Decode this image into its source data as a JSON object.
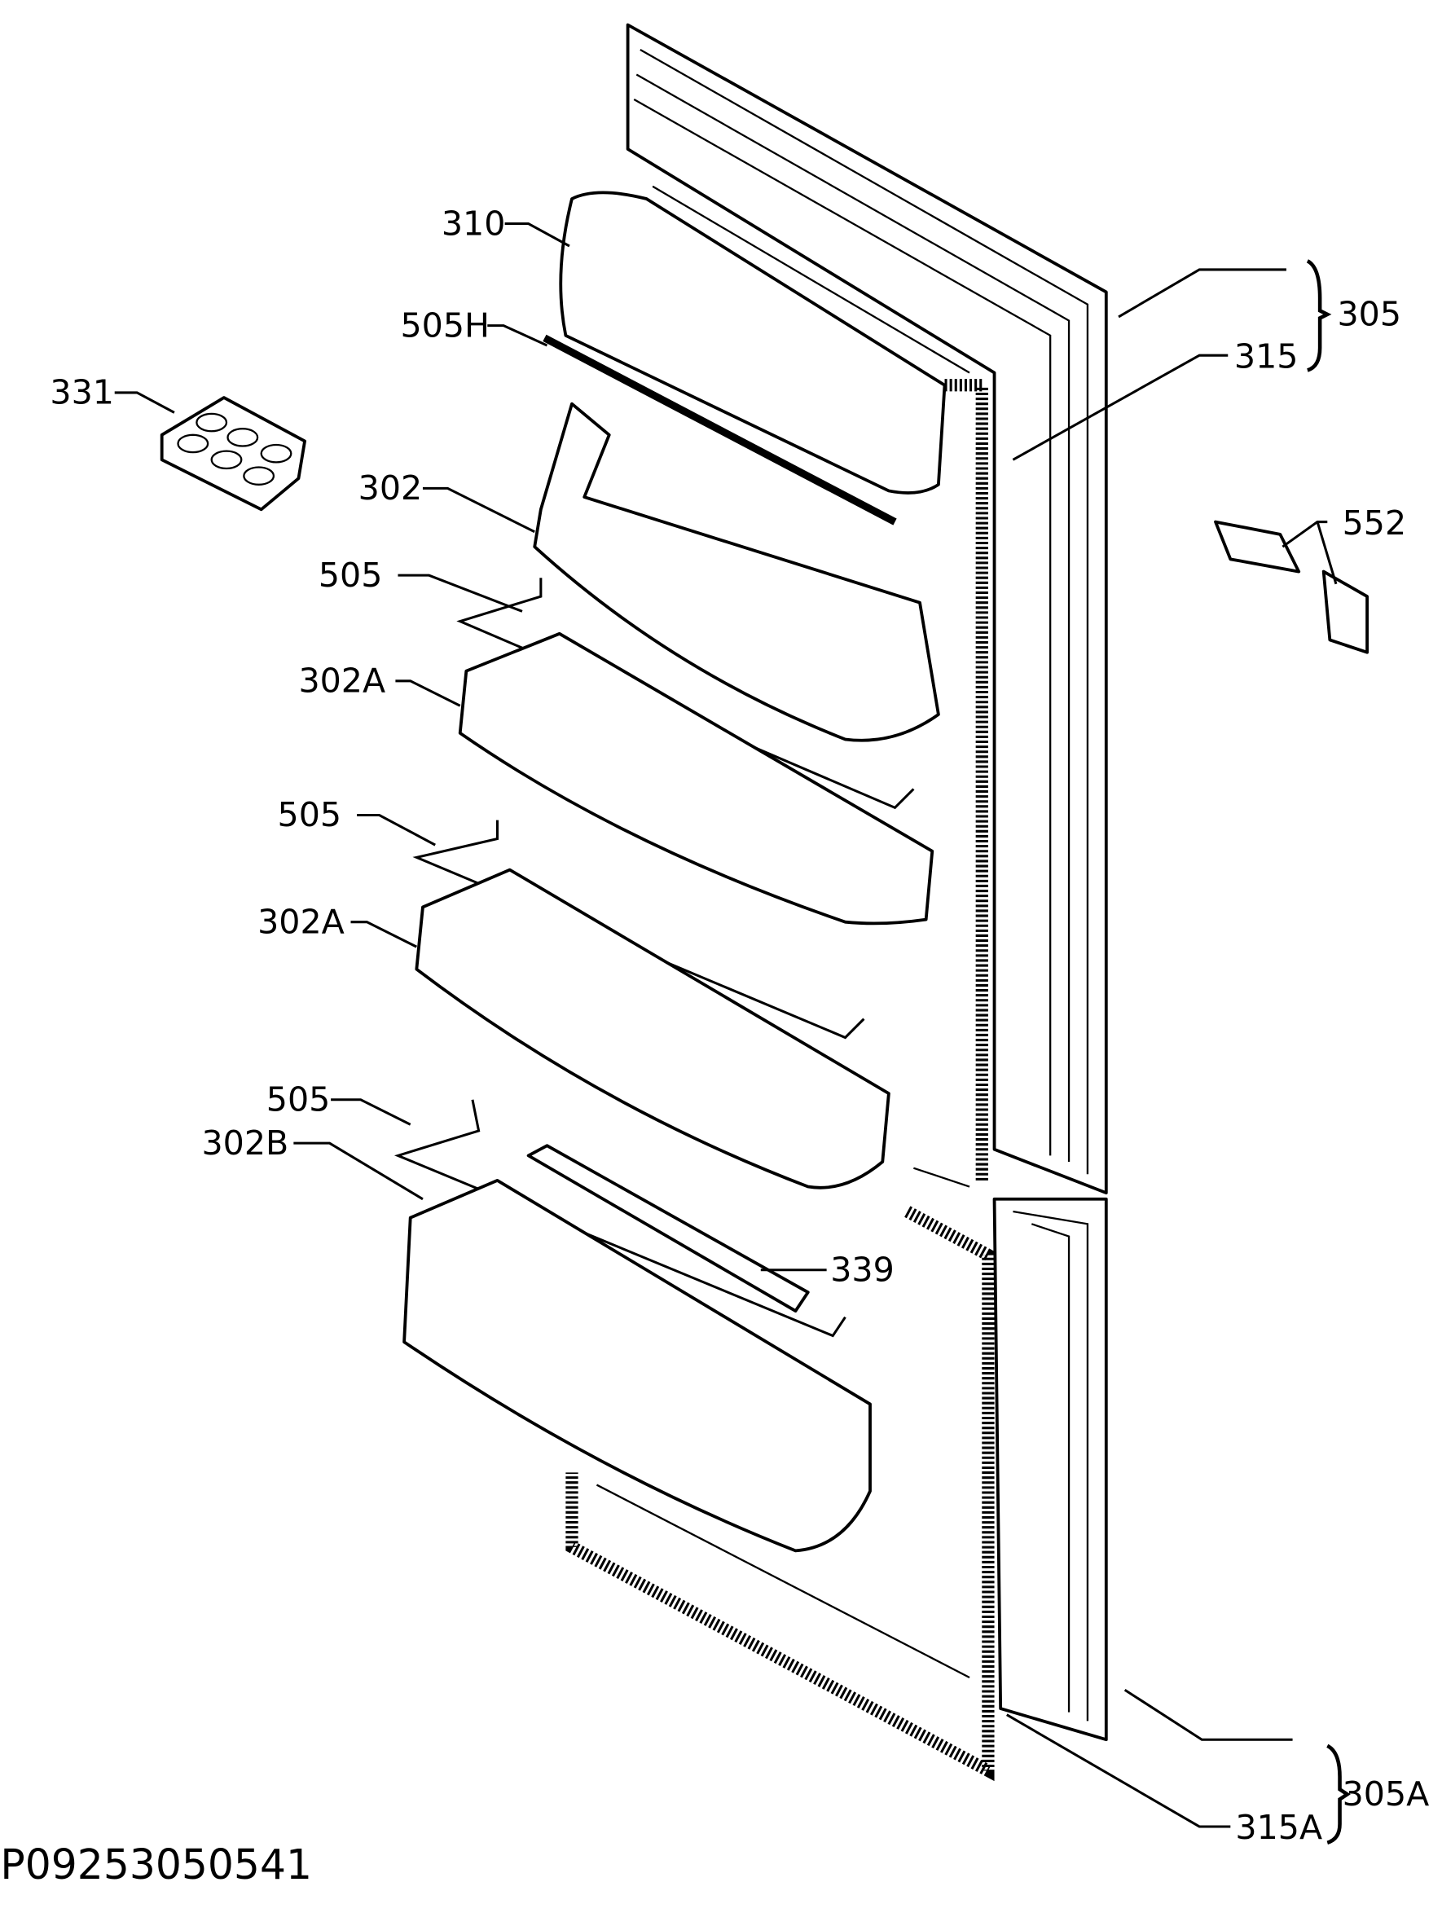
{
  "diagram_code": "P09253050541",
  "part_labels": {
    "p310": "310",
    "p505h": "505H",
    "p331": "331",
    "p302": "302",
    "p505_1": "505",
    "p302a_1": "302A",
    "p505_2": "505",
    "p302a_2": "302A",
    "p505_3": "505",
    "p302b": "302B",
    "p339": "339",
    "p305": "305",
    "p315": "315",
    "p552": "552",
    "p305a": "305A",
    "p315a": "315A"
  }
}
